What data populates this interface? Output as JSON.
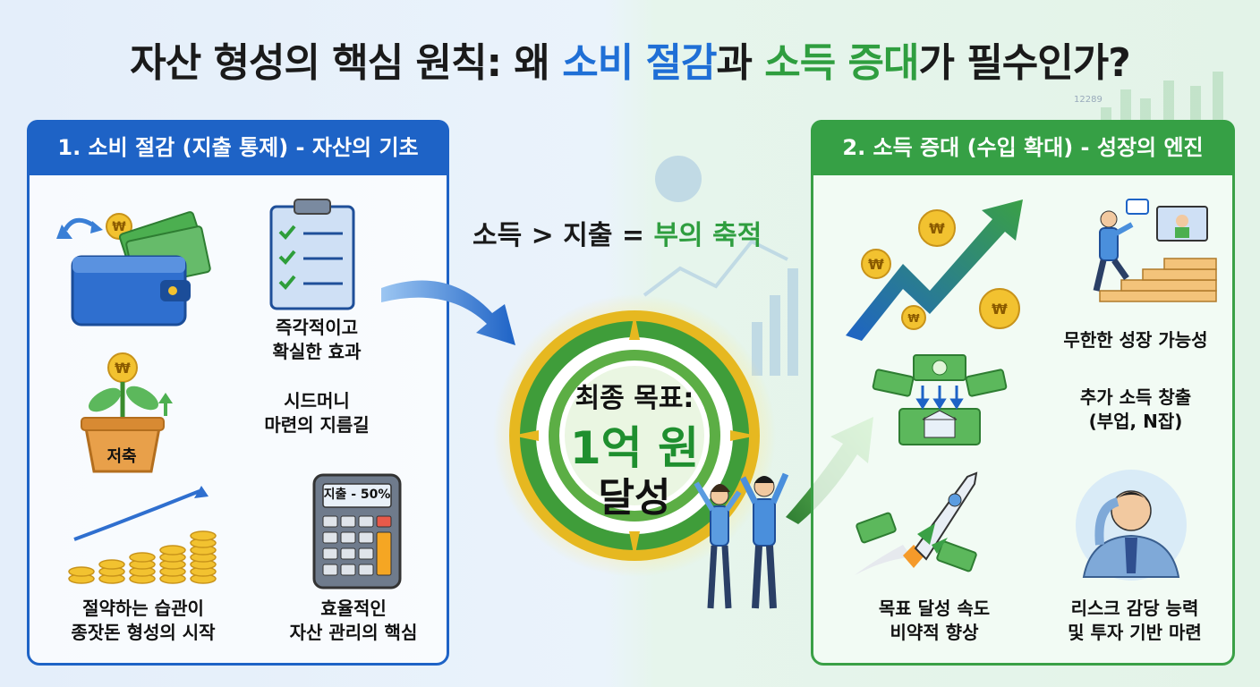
{
  "title": {
    "part1": "자산 형성의 핵심 원칙: 왜 ",
    "highlight1": "소비 절감",
    "part2": "과 ",
    "highlight2": "소득 증대",
    "part3": "가 필수인가?"
  },
  "left_panel": {
    "header": "1. 소비 절감 (지출 통제) - 자산의 기초",
    "pot_label": "저축",
    "calculator_label": "지출 - 50%",
    "captions": {
      "immediate": "즉각적이고\n확실한 효과",
      "seed_money": "시드머니\n마련의 지름길",
      "habit": "절약하는 습관이\n종잣돈 형성의 시작",
      "efficient": "효율적인\n자산 관리의 핵심"
    }
  },
  "equation": {
    "lhs": "소득 > 지출 = ",
    "rhs": "부의 축적"
  },
  "goal": {
    "line1": "최종 목표:",
    "line2": "1억 원",
    "line3": "달성"
  },
  "right_panel": {
    "header": "2. 소득 증대 (수입 확대) - 성장의 엔진",
    "captions": {
      "growth": "무한한 성장 가능성",
      "extra_income": "추가 소득 창출\n(부업, N잡)",
      "speed": "목표 달성 속도\n비약적 향상",
      "risk": "리스크 감당 능력\n및 투자 기반 마련"
    }
  },
  "background_number": "12289",
  "colors": {
    "blue": "#1e63c6",
    "green": "#36a045",
    "gold": "#e6b820"
  }
}
